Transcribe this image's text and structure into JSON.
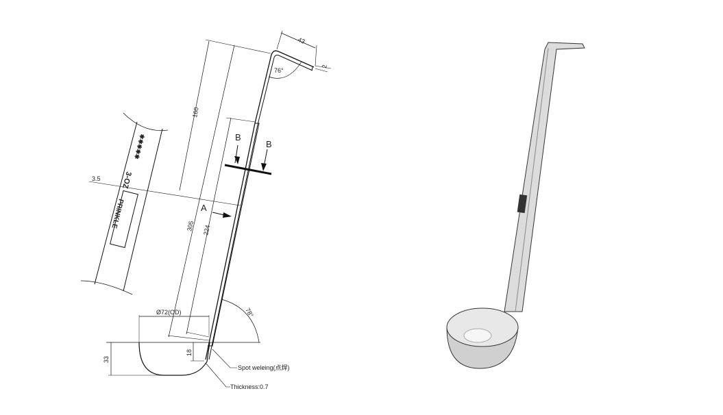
{
  "drawing": {
    "dims": {
      "d43": "43",
      "d2": "2",
      "angle_top": "76°",
      "d160": "160",
      "d305": "305",
      "d224": "224",
      "d3_5": "3.5",
      "diameter": "Ø72(OD)",
      "d33": "33",
      "d18": "18",
      "angle_bottom": "78°"
    },
    "section_b_left": "B",
    "section_b_right": "B",
    "view_a": "A",
    "notes": {
      "spot_welding": "Spot weleing(点焊)",
      "thickness": "Thickness:0.7"
    },
    "engraving": {
      "capacity": "3-OZ",
      "brand": "PRINKLE"
    }
  },
  "colors": {
    "line": "#111111",
    "render_body": "#d9d9d9",
    "render_edge": "#333333"
  }
}
